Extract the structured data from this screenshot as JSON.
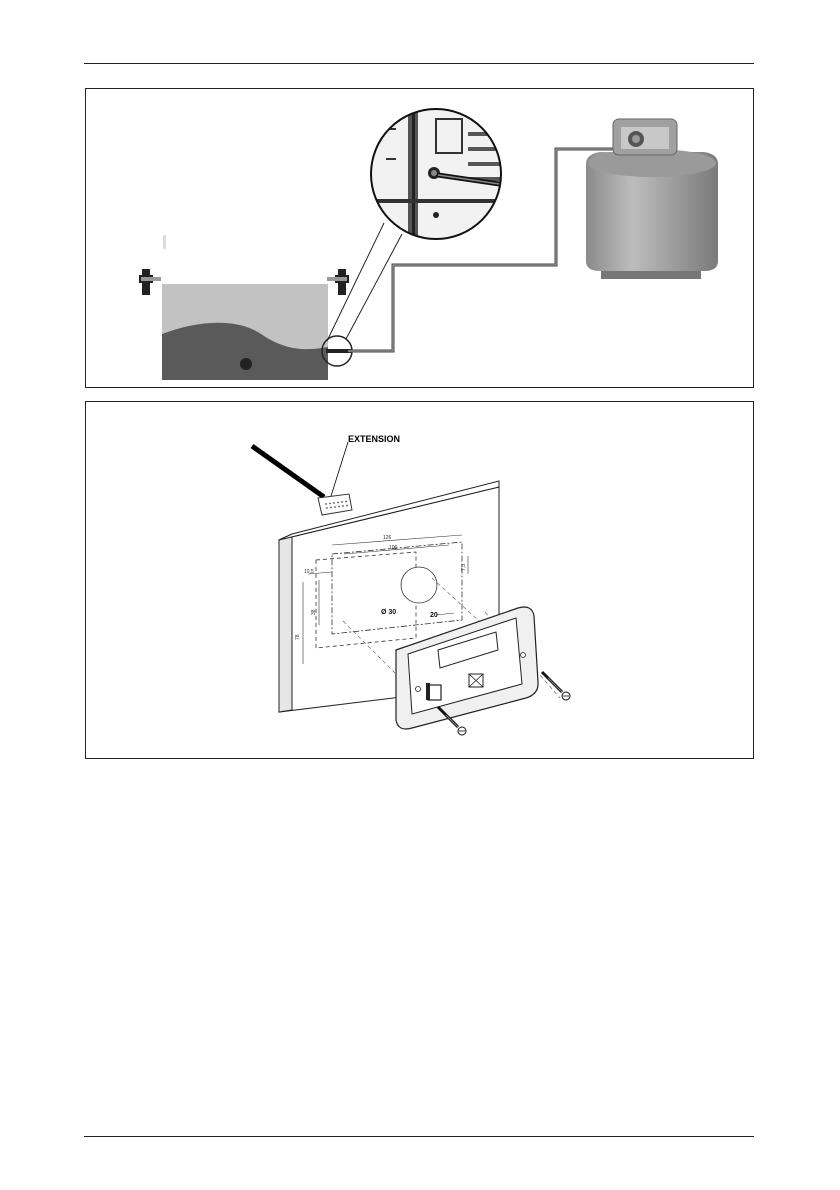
{
  "figure_gas": {},
  "figure_panel": {
    "extension_label": "EXTENSION",
    "dimensions": {
      "width_outer": "126",
      "width_inner": "106",
      "left_offset": "10,5",
      "height_inner": "38",
      "height_outer": "78",
      "top_offset": "7,5",
      "hole_diameter": "Ø 30",
      "hole_offset": "20"
    }
  }
}
